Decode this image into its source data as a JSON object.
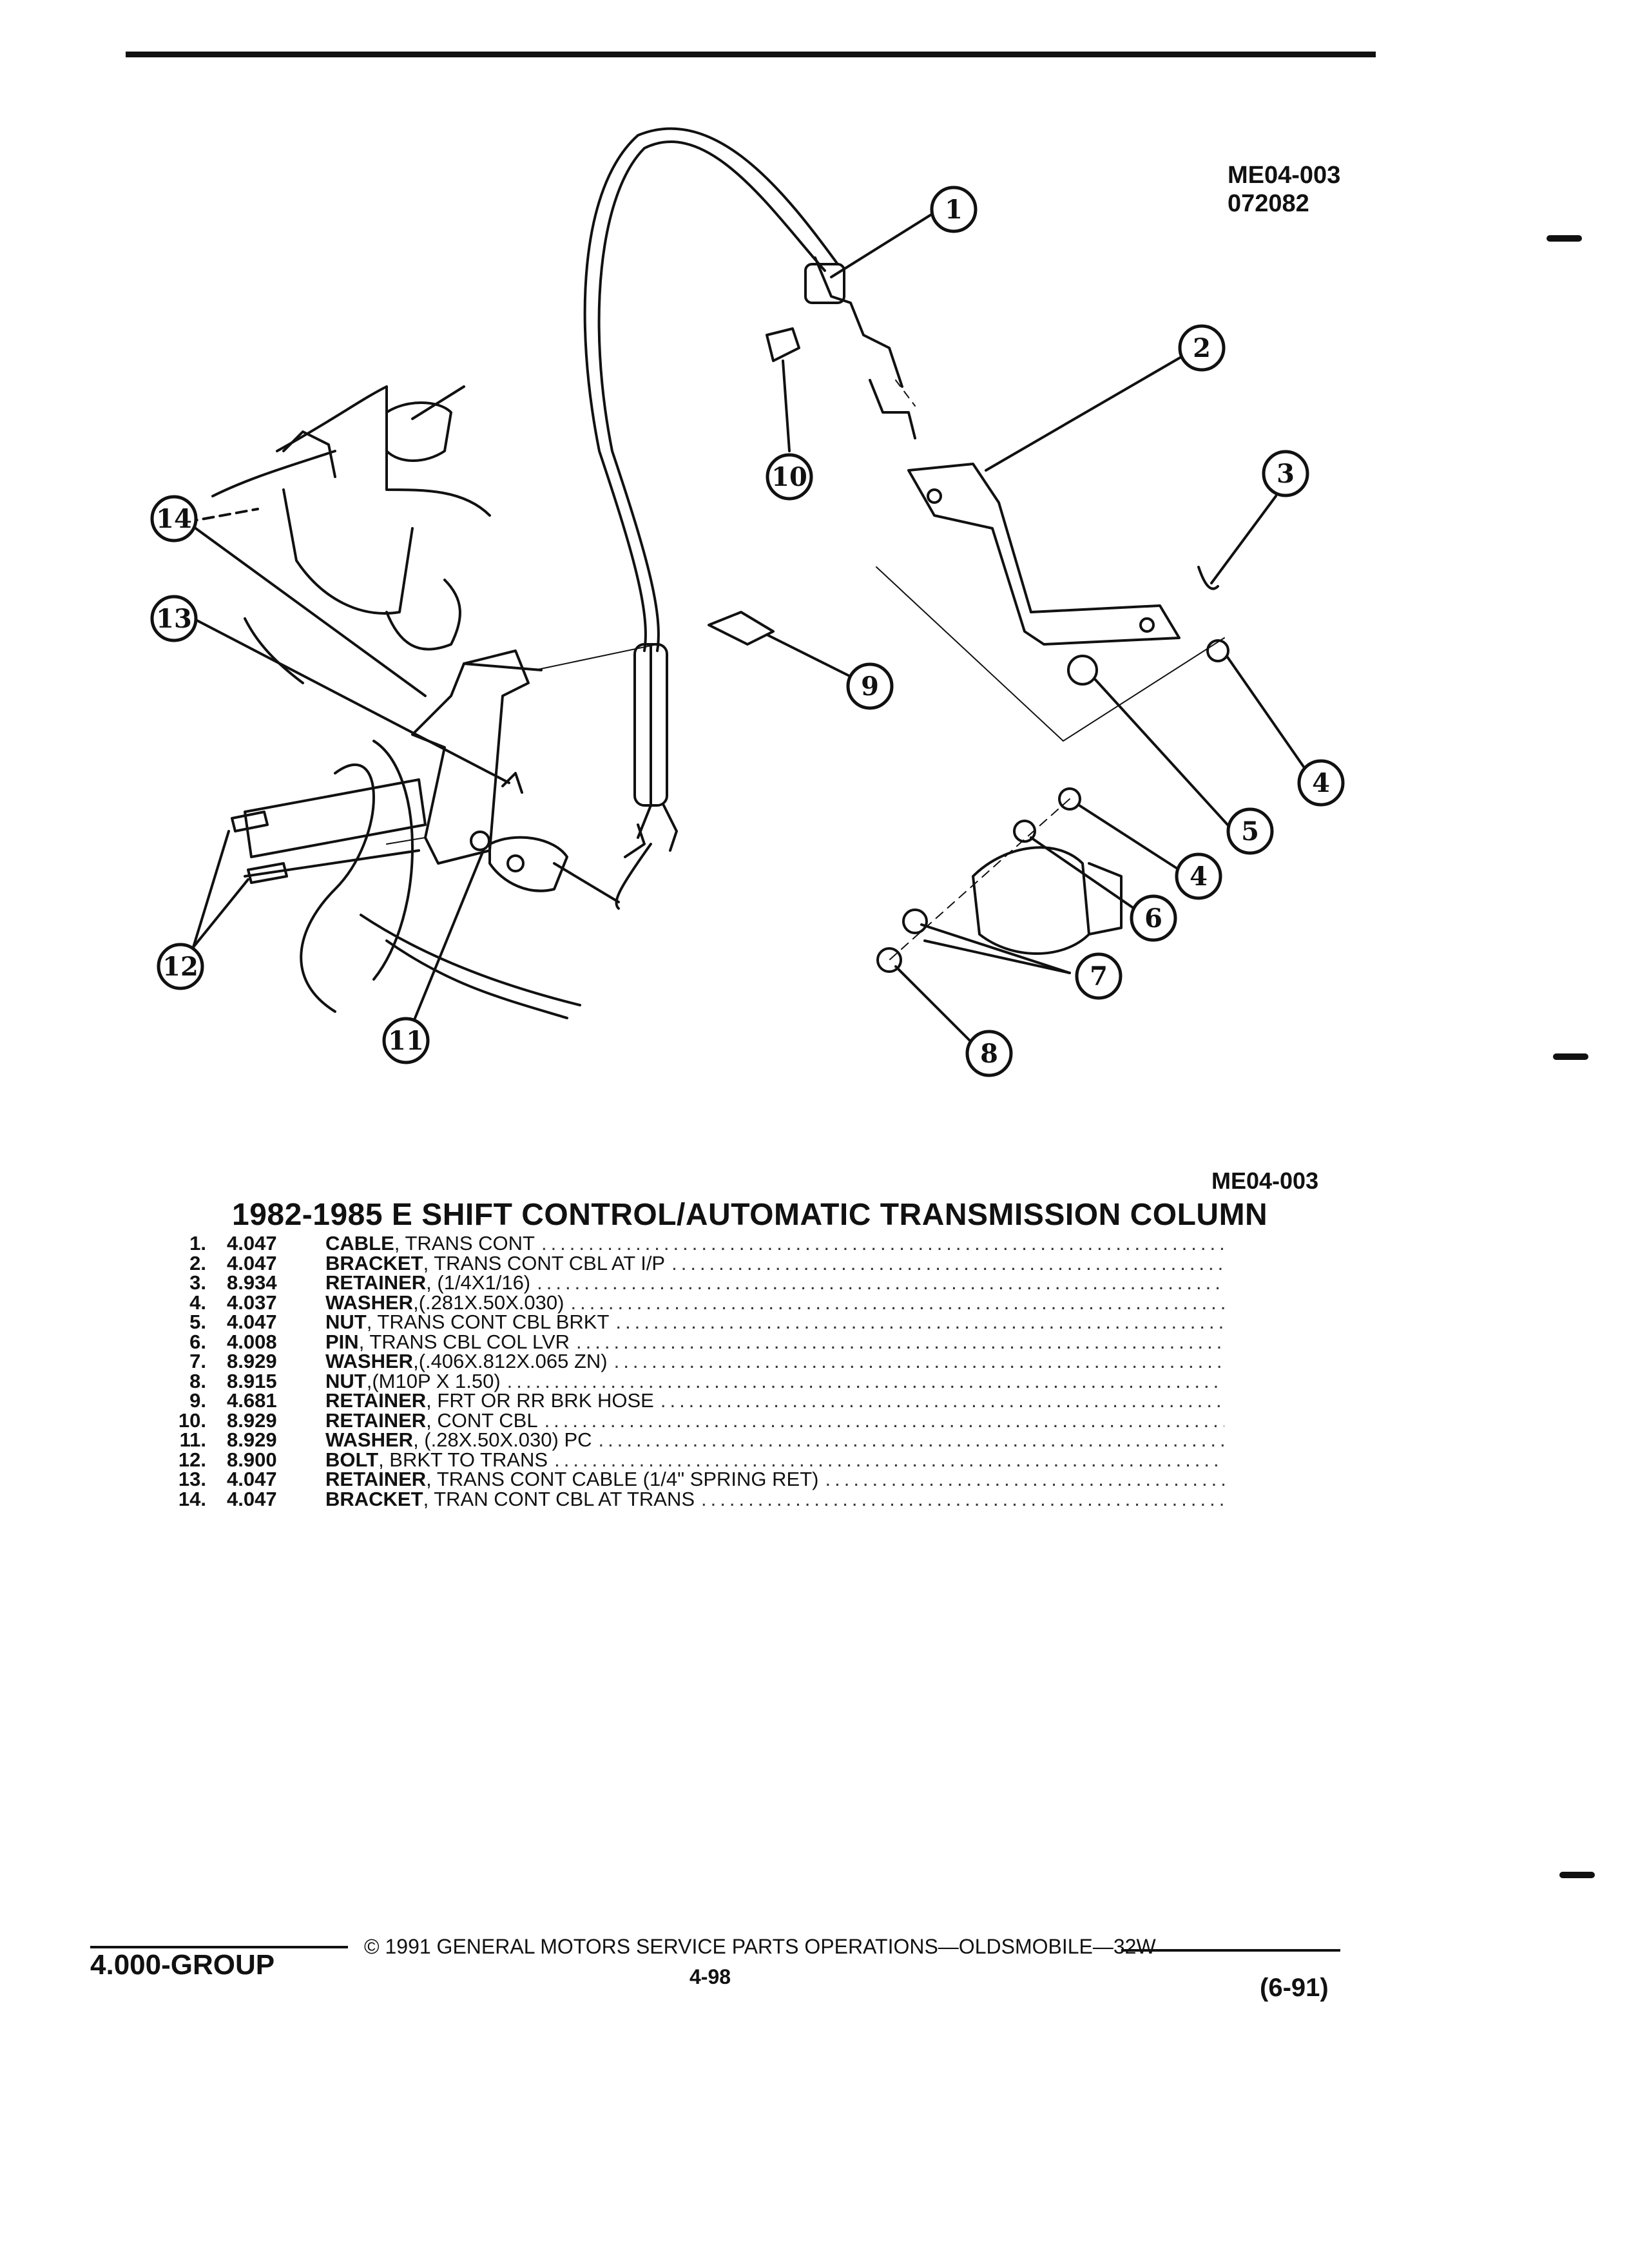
{
  "figure": {
    "code": "ME04-003",
    "date": "072082",
    "code_bottom": "ME04-003"
  },
  "callouts": [
    "1",
    "2",
    "3",
    "4",
    "5",
    "6",
    "7",
    "8",
    "9",
    "10",
    "11",
    "12",
    "13",
    "14"
  ],
  "parts_title": "1982-1985 E SHIFT CONTROL/AUTOMATIC TRANSMISSION COLUMN",
  "parts": [
    {
      "num": "1.",
      "code": "4.047",
      "name": "CABLE",
      "desc": ", TRANS CONT"
    },
    {
      "num": "2.",
      "code": "4.047",
      "name": "BRACKET",
      "desc": ", TRANS CONT CBL AT I/P"
    },
    {
      "num": "3.",
      "code": "8.934",
      "name": "RETAINER",
      "desc": ", (1/4X1/16)"
    },
    {
      "num": "4.",
      "code": "4.037",
      "name": "WASHER",
      "desc": ",(.281X.50X.030)"
    },
    {
      "num": "5.",
      "code": "4.047",
      "name": "NUT",
      "desc": ", TRANS CONT CBL BRKT"
    },
    {
      "num": "6.",
      "code": "4.008",
      "name": "PIN",
      "desc": ", TRANS CBL COL LVR"
    },
    {
      "num": "7.",
      "code": "8.929",
      "name": "WASHER",
      "desc": ",(.406X.812X.065 ZN)"
    },
    {
      "num": "8.",
      "code": "8.915",
      "name": "NUT",
      "desc": ",(M10P X 1.50)"
    },
    {
      "num": "9.",
      "code": "4.681",
      "name": "RETAINER",
      "desc": ", FRT OR RR BRK HOSE"
    },
    {
      "num": "10.",
      "code": "8.929",
      "name": "RETAINER",
      "desc": ", CONT CBL"
    },
    {
      "num": "11.",
      "code": "8.929",
      "name": "WASHER",
      "desc": ", (.28X.50X.030) PC"
    },
    {
      "num": "12.",
      "code": "8.900",
      "name": "BOLT",
      "desc": ", BRKT TO TRANS"
    },
    {
      "num": "13.",
      "code": "4.047",
      "name": "RETAINER",
      "desc": ", TRANS CONT CABLE (1/4\" SPRING RET)"
    },
    {
      "num": "14.",
      "code": "4.047",
      "name": "BRACKET",
      "desc": ", TRAN CONT CBL AT TRANS"
    }
  ],
  "footer": {
    "group": "4.000-GROUP",
    "copyright": "© 1991 GENERAL MOTORS SERVICE PARTS OPERATIONS—OLDSMOBILE—32W",
    "page": "4-98",
    "revision": "(6-91)"
  }
}
